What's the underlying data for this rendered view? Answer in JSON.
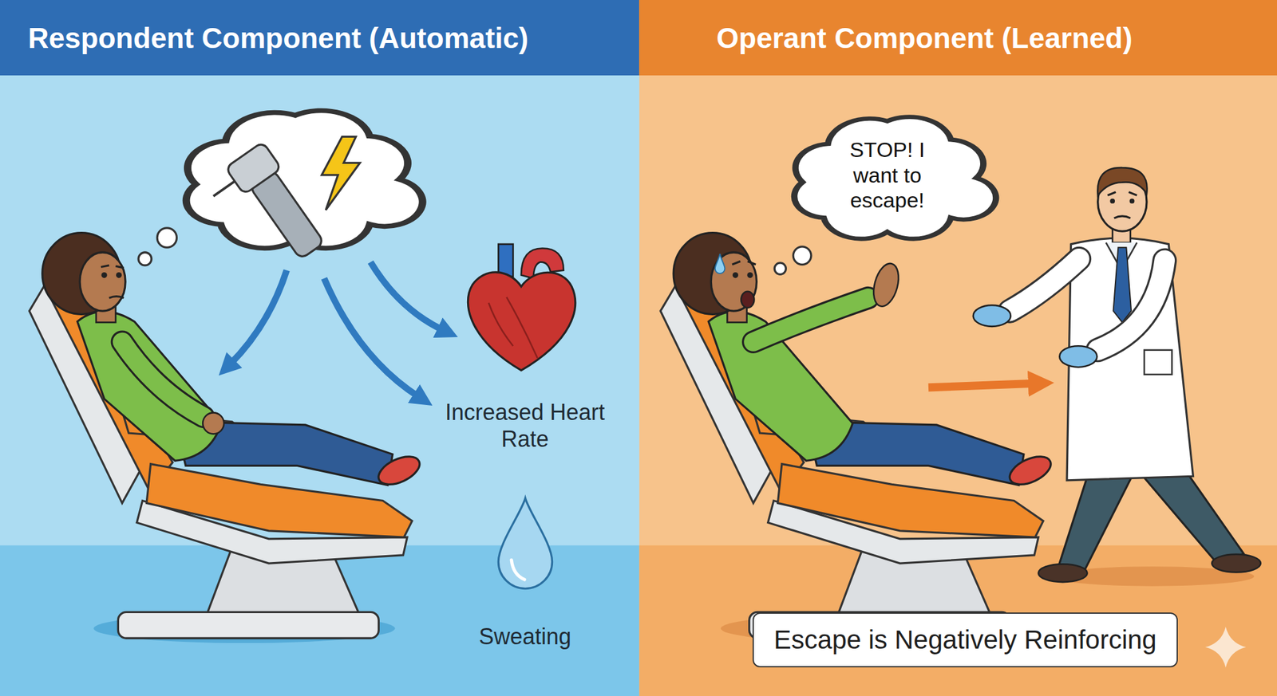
{
  "diagram": {
    "nodes": [
      {
        "text": [
          "Respondent Component (Automatic)"
        ]
      },
      {
        "text": [
          "Operant Component (Learned)"
        ]
      },
      {
        "text": [
          "STOP! I want to escape!"
        ]
      },
      {
        "text": [
          "Escape is Negatively Reinforcing"
        ]
      }
    ],
    "labels": [
      "Increased Heart Rate",
      "Sweating"
    ]
  }
}
